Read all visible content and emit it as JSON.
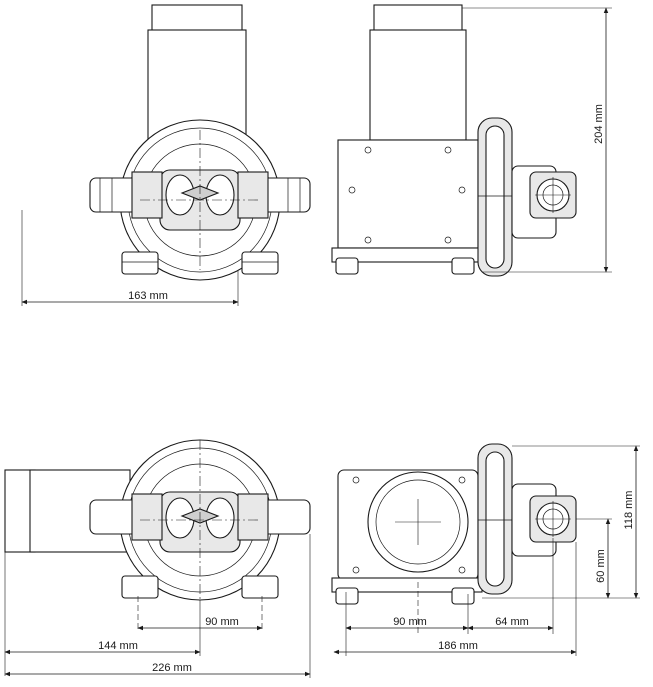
{
  "dimensions": {
    "front_top_width": "163 mm",
    "side_top_height": "204 mm",
    "front_bottom_offset": "144 mm",
    "front_bottom_total": "226 mm",
    "front_bottom_feet": "90 mm",
    "side_bottom_left": "90 mm",
    "side_bottom_right": "64 mm",
    "side_bottom_total": "186 mm",
    "side_bottom_height": "118 mm",
    "side_bottom_inlet_height": "60 mm"
  }
}
